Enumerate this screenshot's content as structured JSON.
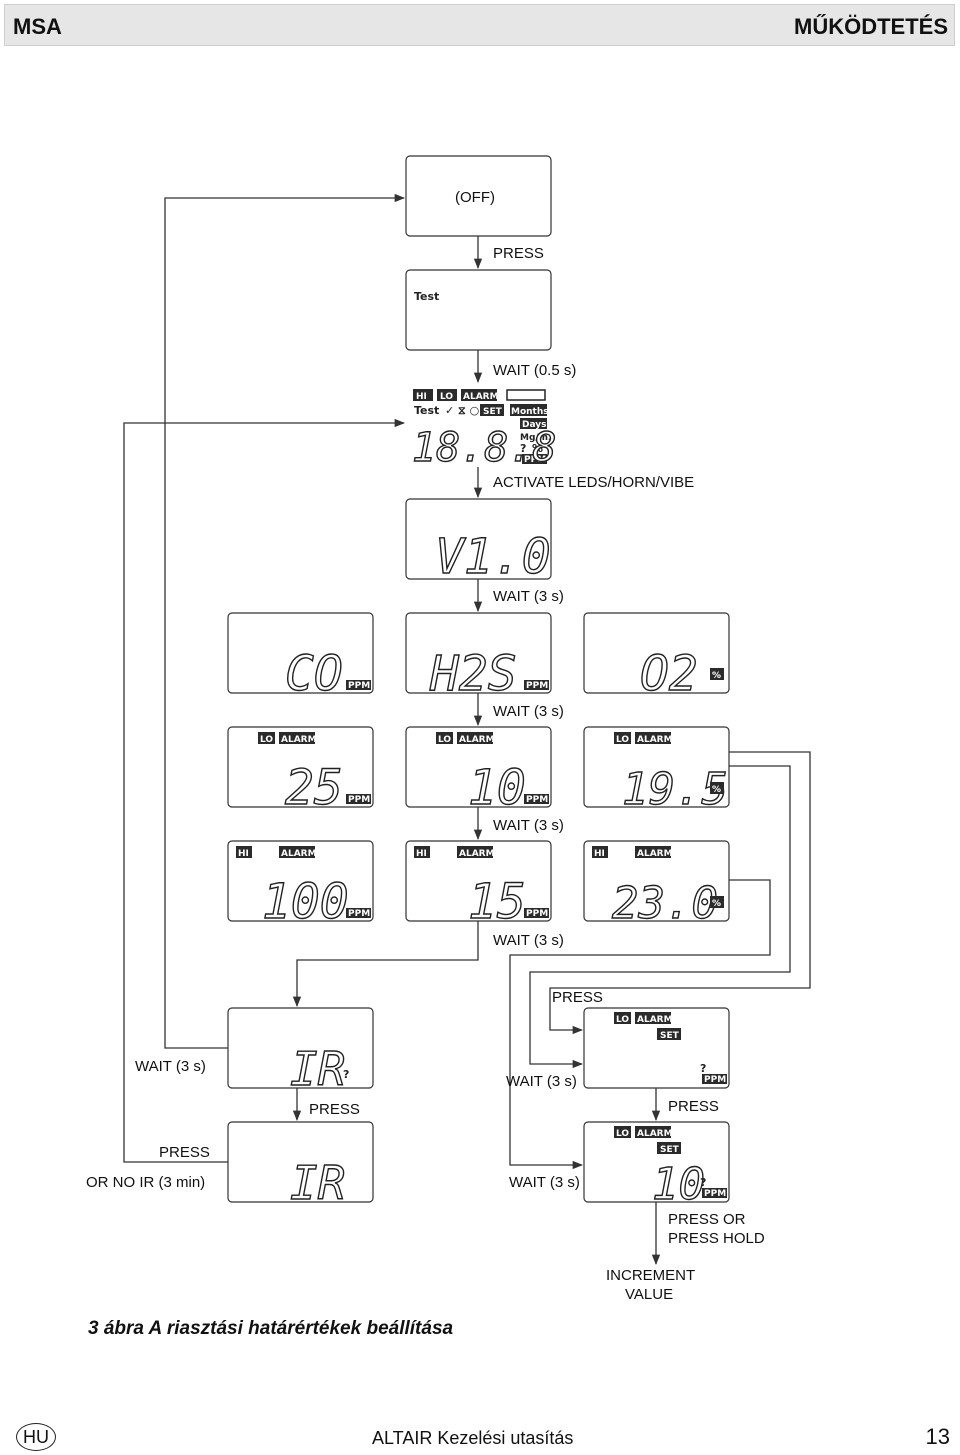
{
  "header": {
    "left": "MSA",
    "right": "MŰKÖDTETÉS"
  },
  "flow_labels": {
    "off": "(OFF)",
    "press1": "PRESS",
    "wait05": "WAIT (0.5 s)",
    "activate": "ACTIVATE LEDS/HORN/VIBE",
    "wait3a": "WAIT (3 s)",
    "wait3b": "WAIT (3 s)",
    "wait3c": "WAIT (3 s)",
    "wait3d": "WAIT (3 s)",
    "press_top": "PRESS",
    "wait3_left": "WAIT (3 s)",
    "press_mid_left": "PRESS",
    "press_bottom_left": "PRESS",
    "or_no_ir": "OR NO IR (3 min)",
    "wait3_mid": "WAIT (3 s)",
    "press_right": "PRESS",
    "wait3_bottom": "WAIT (3 s)",
    "press_or": "PRESS OR",
    "press_hold": "PRESS HOLD",
    "increment": "INCREMENT",
    "value": "VALUE"
  },
  "lcd": {
    "test_tag": "Test",
    "hi": "HI",
    "lo": "LO",
    "alarm": "ALARM",
    "set": "SET",
    "months": "Months",
    "days": "Days",
    "mg_m3": "Mg/m3",
    "ppm": "PPM",
    "pct": "%",
    "q": "?",
    "version": "V1.0",
    "gas_co": "CO",
    "gas_h2s": "H2S",
    "gas_o2": "O2",
    "lo_co": "25",
    "lo_h2s": "10",
    "lo_o2": "19.5",
    "hi_co": "100",
    "hi_h2s": "15",
    "hi_o2": "23.0",
    "ir_q": "IR",
    "ir": "IR",
    "set_val": "10"
  },
  "caption": "3 ábra  A riasztási határértékek beállítása",
  "footer": {
    "lang": "HU",
    "center": "ALTAIR Kezelési utasítás",
    "page": "13"
  }
}
